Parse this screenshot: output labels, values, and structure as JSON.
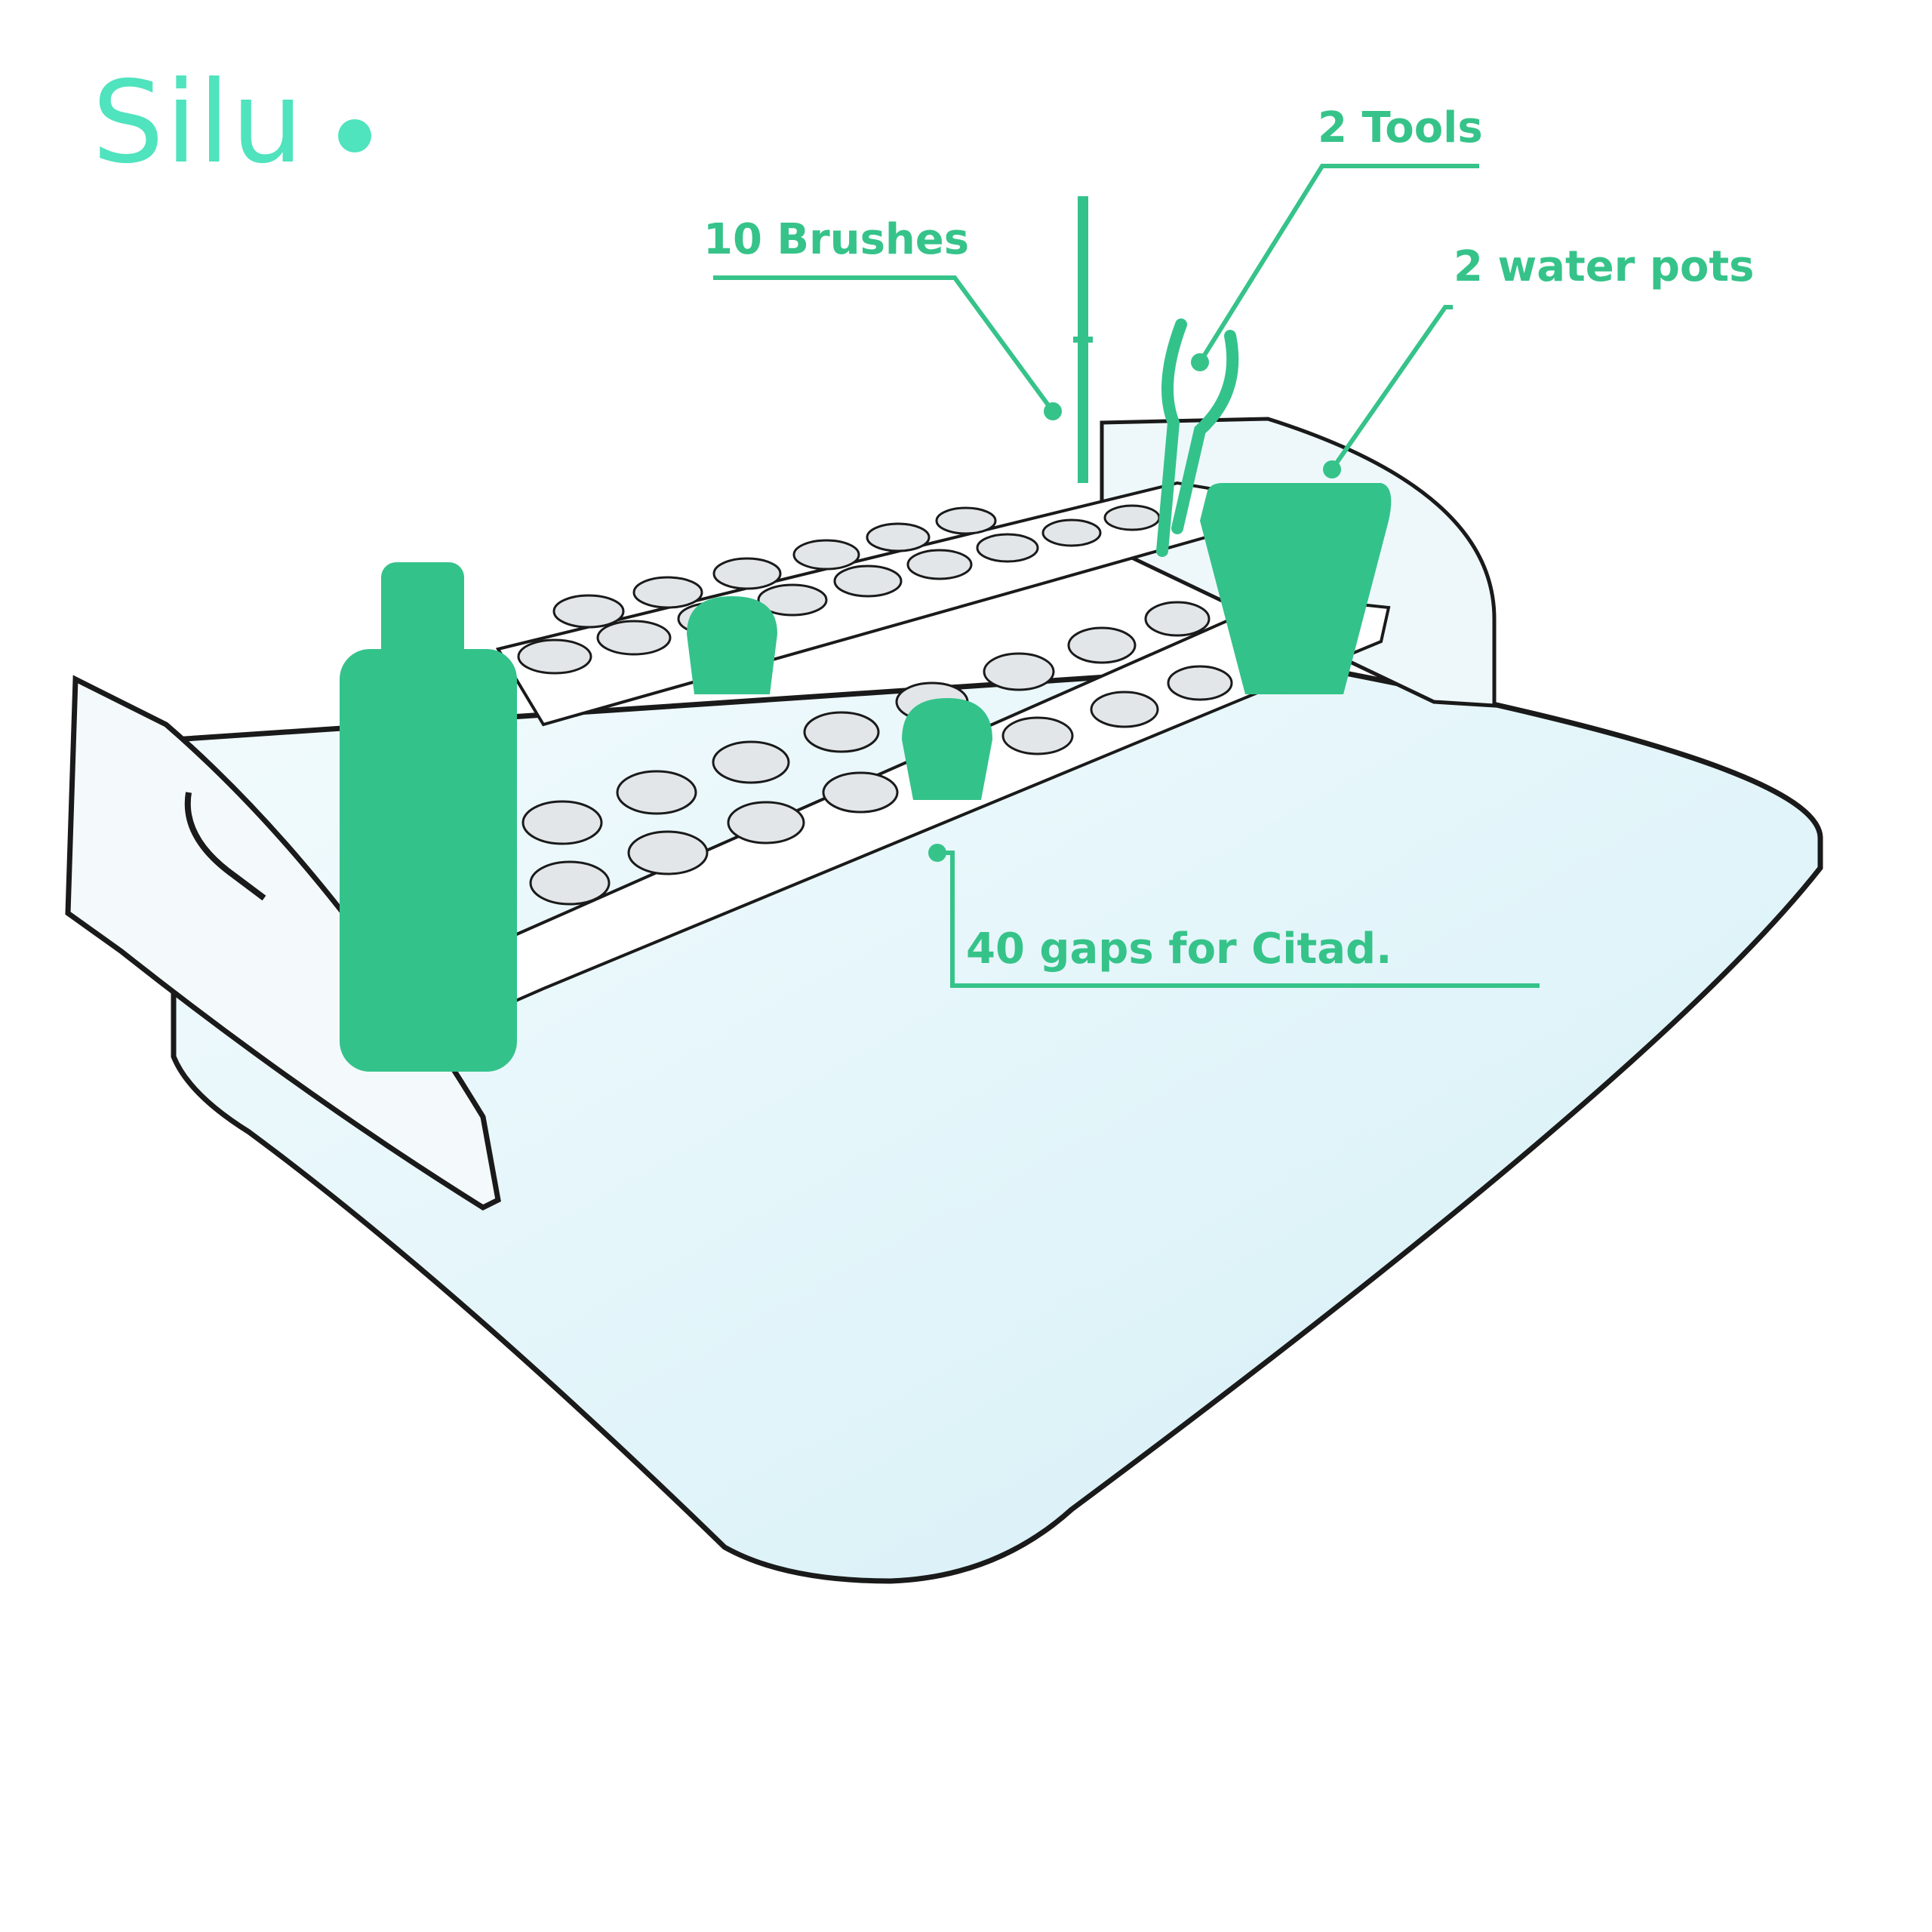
{
  "brand": {
    "logo_text": "Silu"
  },
  "callouts": {
    "brushes": "10 Brushes",
    "tools": "2 Tools",
    "water_pots": "2 water pots",
    "gaps": "40 gaps for Citad."
  },
  "colors": {
    "logo": "#4fe3be",
    "accent": "#36c38a",
    "board": "#dff3f8",
    "outline": "#1a1a1a"
  }
}
